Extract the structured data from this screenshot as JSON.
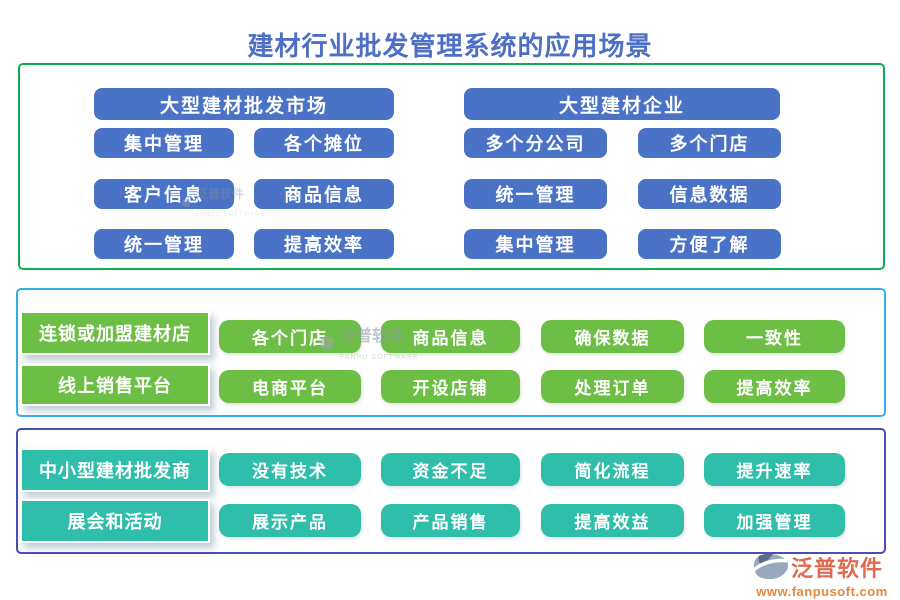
{
  "title": "建材行业批发管理系统的应用场景",
  "sections": [
    {
      "groups": [
        {
          "header": "大型建材批发市场",
          "buttons": [
            "集中管理",
            "各个摊位",
            "客户信息",
            "商品信息",
            "统一管理",
            "提高效率"
          ]
        },
        {
          "header": "大型建材企业",
          "buttons": [
            "多个分公司",
            "多个门店",
            "统一管理",
            "信息数据",
            "集中管理",
            "方便了解"
          ]
        }
      ]
    },
    {
      "rows": [
        {
          "label": "连锁或加盟建材店",
          "buttons": [
            "各个门店",
            "商品信息",
            "确保数据",
            "一致性"
          ]
        },
        {
          "label": "线上销售平台",
          "buttons": [
            "电商平台",
            "开设店铺",
            "处理订单",
            "提高效率"
          ]
        }
      ]
    },
    {
      "rows": [
        {
          "label": "中小型建材批发商",
          "buttons": [
            "没有技术",
            "资金不足",
            "简化流程",
            "提升速率"
          ]
        },
        {
          "label": "展会和活动",
          "buttons": [
            "展示产品",
            "产品销售",
            "提高效益",
            "加强管理"
          ]
        }
      ]
    }
  ],
  "watermark": {
    "text": "泛普软件",
    "subtext": "FANPU SOFTWARE"
  },
  "logo": {
    "name": "泛普软件",
    "url": "www.fanpusoft.com"
  },
  "colors": {
    "title_blue": "#4E6FC6",
    "blue_button": "#4A72C6",
    "green_button": "#6DBE45",
    "teal_button": "#2FBEA9",
    "section1_border": "#0EAD54",
    "section2_border": "#36ACE8",
    "section3_border": "#4C4DB5",
    "logo_red": "#D95538",
    "logo_orange": "#E8873C"
  }
}
